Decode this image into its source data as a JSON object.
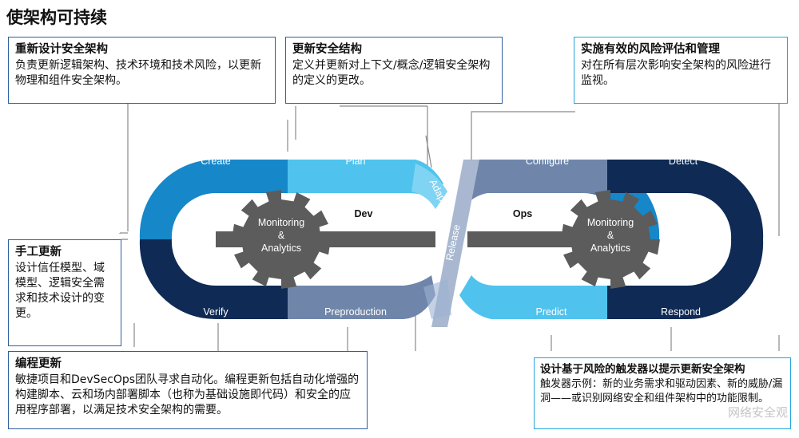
{
  "title": "使架构可持续",
  "boxes": {
    "redesign": {
      "heading": "重新设计安全架构",
      "body": "负责更新逻辑架构、技术环境和技术风险，以更新物理和组件安全架构。"
    },
    "update_structure": {
      "heading": "更新安全结构",
      "body": "定义并更新对上下文/概念/逻辑安全架构的定义的更改。"
    },
    "risk_eval": {
      "heading": "实施有效的风险评估和管理",
      "body": "对在所有层次影响安全架构的风险进行监视。"
    },
    "manual": {
      "heading": "手工更新",
      "body": "设计信任模型、域模型、逻辑安全需求和技术设计的变更。"
    },
    "programmatic": {
      "heading": "编程更新",
      "body": "敏捷项目和DevSecOps团队寻求自动化。编程更新包括自动化增强的构建脚本、云和场内部署脚本（也称为基础设施即代码）和安全的应用程序部署，以满足技术安全架构的需要。"
    },
    "trigger": {
      "heading": "设计基于风险的触发器以提示更新安全架构",
      "body": "触发器示例：新的业务需求和驱动因素、新的威胁/漏洞——或识别网络安全和组件架构中的功能限制。"
    }
  },
  "loop": {
    "create": "Create",
    "plan": "Plan",
    "adapt": "Adapt",
    "release": "Release",
    "verify": "Verify",
    "preproduction": "Preproduction",
    "configure": "Configure",
    "detect": "Detect",
    "predict": "Predict",
    "respond": "Respond",
    "dev": "Dev",
    "ops": "Ops",
    "gear_left": [
      "Monitoring",
      "&",
      "Analytics"
    ],
    "gear_right": [
      "Monitoring",
      "&",
      "Analytics"
    ]
  },
  "watermark": "网络安全观",
  "colors": {
    "dark": "#0e2a55",
    "mid": "#1687c9",
    "light": "#4fc3ee",
    "slate": "#6f86aa",
    "grey": "#a9b8d0",
    "gear": "#5c5c5c",
    "border": "#2f5f9e",
    "cyan_border": "#22a6dd"
  }
}
